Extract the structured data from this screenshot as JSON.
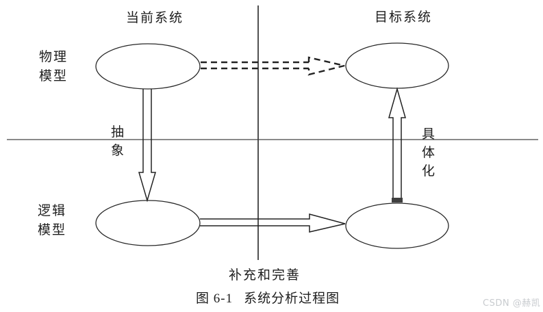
{
  "figure": {
    "headers": {
      "current_system": "当前系统",
      "target_system": "目标系统"
    },
    "model_labels": {
      "physical": {
        "line1": "物理",
        "line2": "模型"
      },
      "logical": {
        "line1": "逻辑",
        "line2": "模型"
      }
    },
    "process_labels": {
      "abstraction": {
        "char1": "抽",
        "char2": "象"
      },
      "concretization": {
        "char1": "具",
        "char2": "体",
        "char3": "化"
      },
      "refinement": "补充和完善"
    },
    "caption": {
      "label": "图 6-1",
      "title": "系统分析过程图"
    },
    "watermark": "CSDN @赫凯",
    "nodes": {
      "top_left": "current-physical-model-ellipse",
      "top_right": "target-physical-model-ellipse",
      "bottom_left": "current-logical-model-ellipse",
      "bottom_right": "target-logical-model-ellipse"
    },
    "colors": {
      "line_stroke": "#262626",
      "divider_horizontal": "#8a8a8a",
      "divider_vertical": "#3c3c3c",
      "watermark_text": "#c8cbcf",
      "background": "#ffffff"
    }
  }
}
